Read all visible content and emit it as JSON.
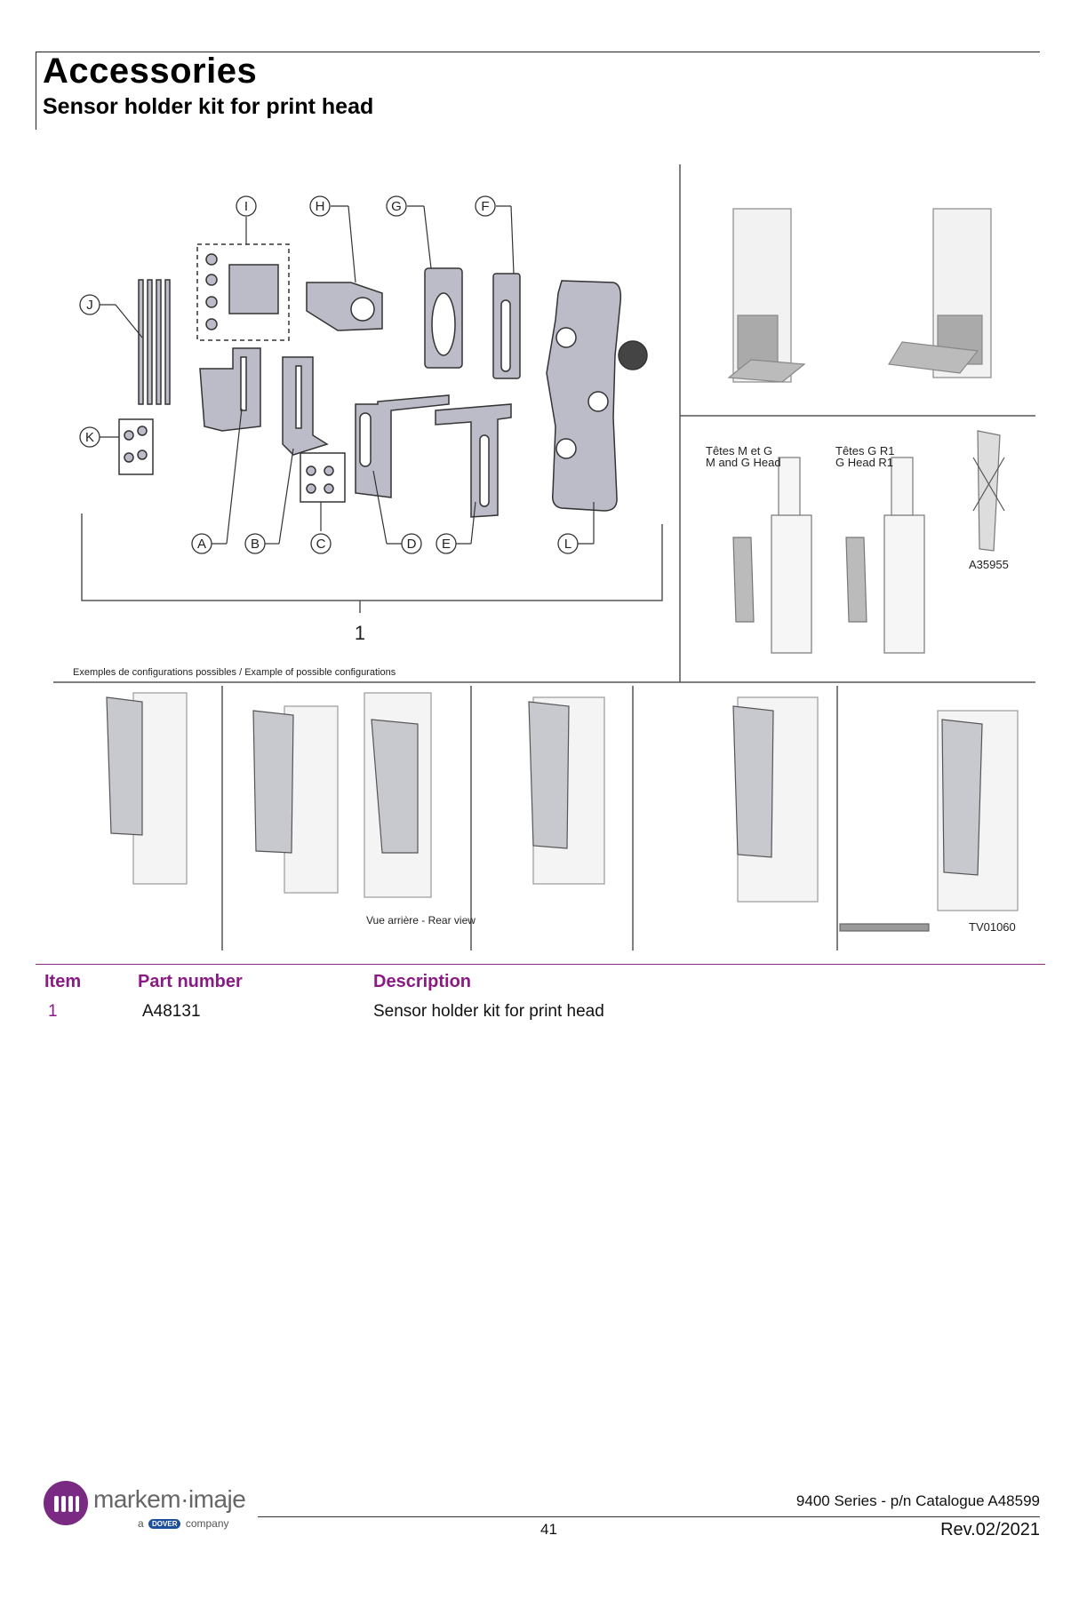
{
  "header": {
    "title": "Accessories",
    "subtitle": "Sensor holder kit for print head"
  },
  "figure": {
    "callouts_exploded": [
      "I",
      "H",
      "G",
      "F",
      "J",
      "K",
      "A",
      "B",
      "C",
      "D",
      "E",
      "L"
    ],
    "assembly_number": "1",
    "examples_caption": "Exemples de configurations possibles / Example of possible configurations",
    "head_label_1": [
      "Têtes M et G",
      "M and G Head"
    ],
    "head_label_2": [
      "Têtes G R1",
      "G Head R1"
    ],
    "ref_a35955": "A35955",
    "rear_view": "Vue arrière - Rear view",
    "ref_tv01060": "TV01060"
  },
  "table": {
    "headers": {
      "item": "Item",
      "part_number": "Part number",
      "description": "Description"
    },
    "rows": [
      {
        "item": "1",
        "part_number": "A48131",
        "description": "Sensor holder kit for print head"
      }
    ]
  },
  "footer": {
    "brand": "markem·imaje",
    "brand_sub_a": "a",
    "brand_sub_dover": "DOVER",
    "brand_sub_company": "company",
    "series": "9400 Series - p/n Catalogue A48599",
    "page": "41",
    "revision": "Rev.02/2021"
  },
  "colors": {
    "accent": "#8a1a85",
    "logo": "#7b2a83",
    "dover": "#1d4f9c"
  }
}
